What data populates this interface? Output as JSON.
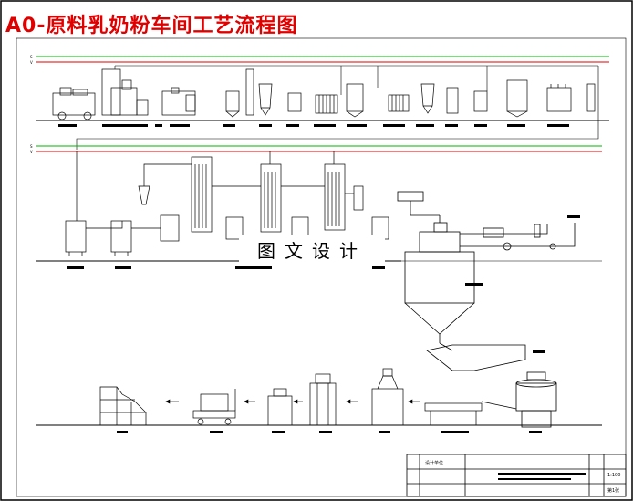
{
  "title": "A0-原料乳奶粉车间工艺流程图",
  "watermark": "图文设计",
  "title_block": {
    "unit_label": "设计单位",
    "scale": "1:100",
    "sheet": "第1张"
  },
  "colors": {
    "title": "#e00000",
    "green_line": "#00b000",
    "red_line": "#e00000",
    "ink": "#000000"
  }
}
